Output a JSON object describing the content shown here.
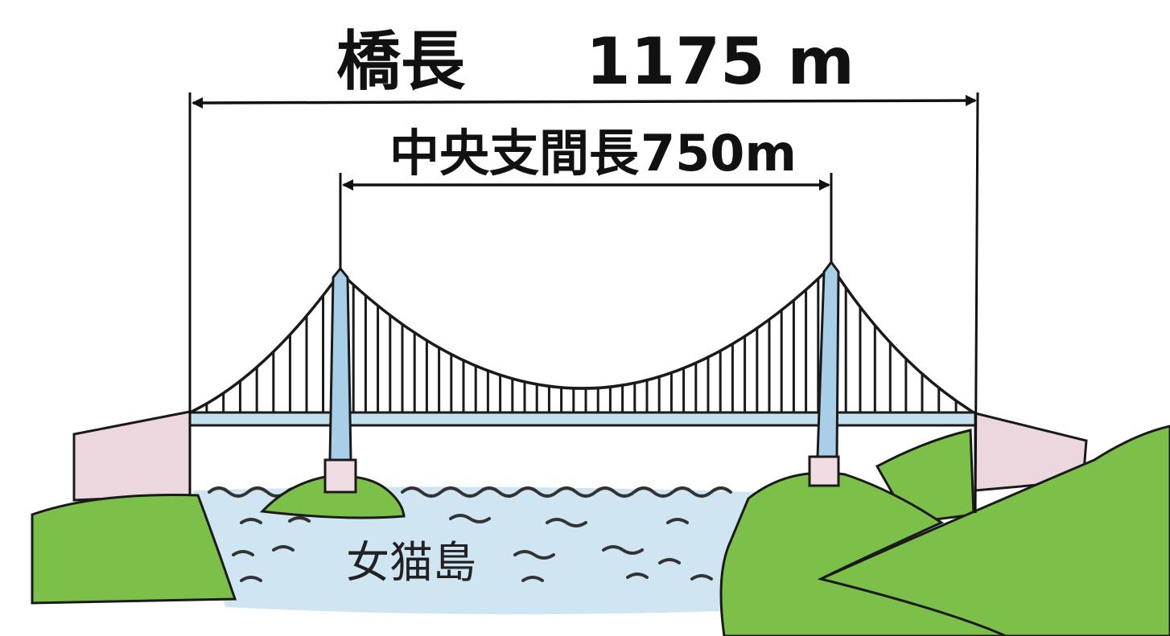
{
  "total_length": {
    "label": "橋長",
    "value": "1175 m"
  },
  "center_span": {
    "label": "中央支間長",
    "value": "750m"
  },
  "island_label": "女猫島",
  "colors": {
    "hill_green": "#7cc04a",
    "hill_outline": "#1a1a1a",
    "water": "#cfe6f2",
    "tower_blue": "#a9cfe8",
    "deck_blue": "#c4dff0",
    "anchor_pink": "#ecd7df",
    "pier_pink": "#f0dde3",
    "ink": "#111111"
  }
}
